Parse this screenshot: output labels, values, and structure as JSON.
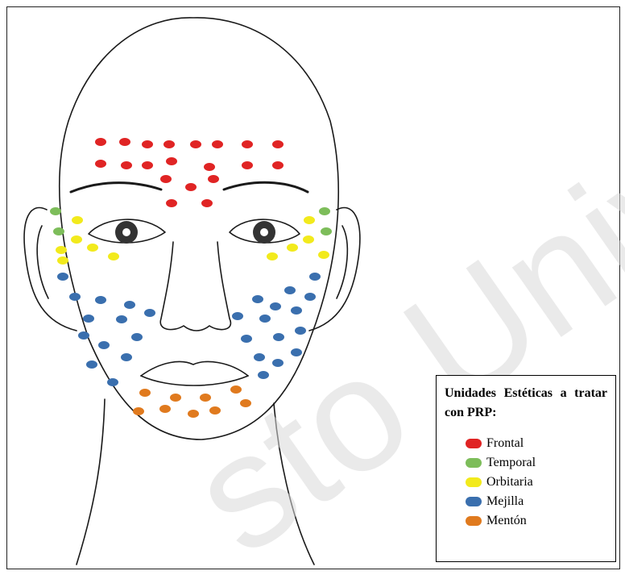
{
  "legend": {
    "title": "Unidades Estéticas a tratar con PRP:",
    "items": [
      {
        "label": "Frontal",
        "color": "#e02424"
      },
      {
        "label": "Temporal",
        "color": "#7dbd5a"
      },
      {
        "label": "Orbitaria",
        "color": "#f2ea1c"
      },
      {
        "label": "Mejilla",
        "color": "#3a6fae"
      },
      {
        "label": "Mentón",
        "color": "#e07a1e"
      }
    ]
  },
  "watermark": {
    "text": "sto Univers",
    "color": "#d9d9d9"
  },
  "line_color": "#1a1a1a"
}
